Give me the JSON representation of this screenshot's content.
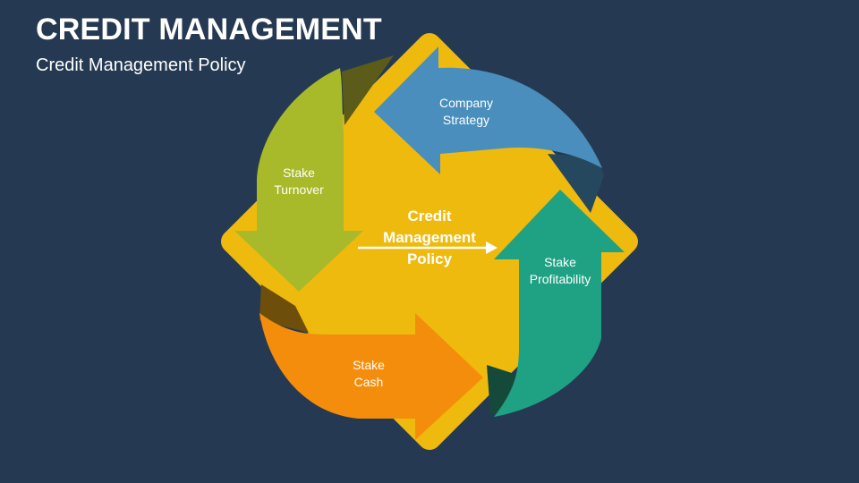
{
  "slide": {
    "title": "CREDIT MANAGEMENT",
    "subtitle": "Credit Management Policy"
  },
  "center": {
    "label": "Credit\nManagement\nPolicy"
  },
  "arrows": [
    {
      "label": "Company\nStrategy",
      "color": "#4a8ebd"
    },
    {
      "label": "Stake\nTurnover",
      "color": "#a8b92a"
    },
    {
      "label": "Stake\nProfitability",
      "color": "#1fa283"
    },
    {
      "label": "Stake\nCash",
      "color": "#f48d0b"
    }
  ],
  "colors": {
    "background": "#253a52",
    "center_diamond": "#efba0e"
  }
}
